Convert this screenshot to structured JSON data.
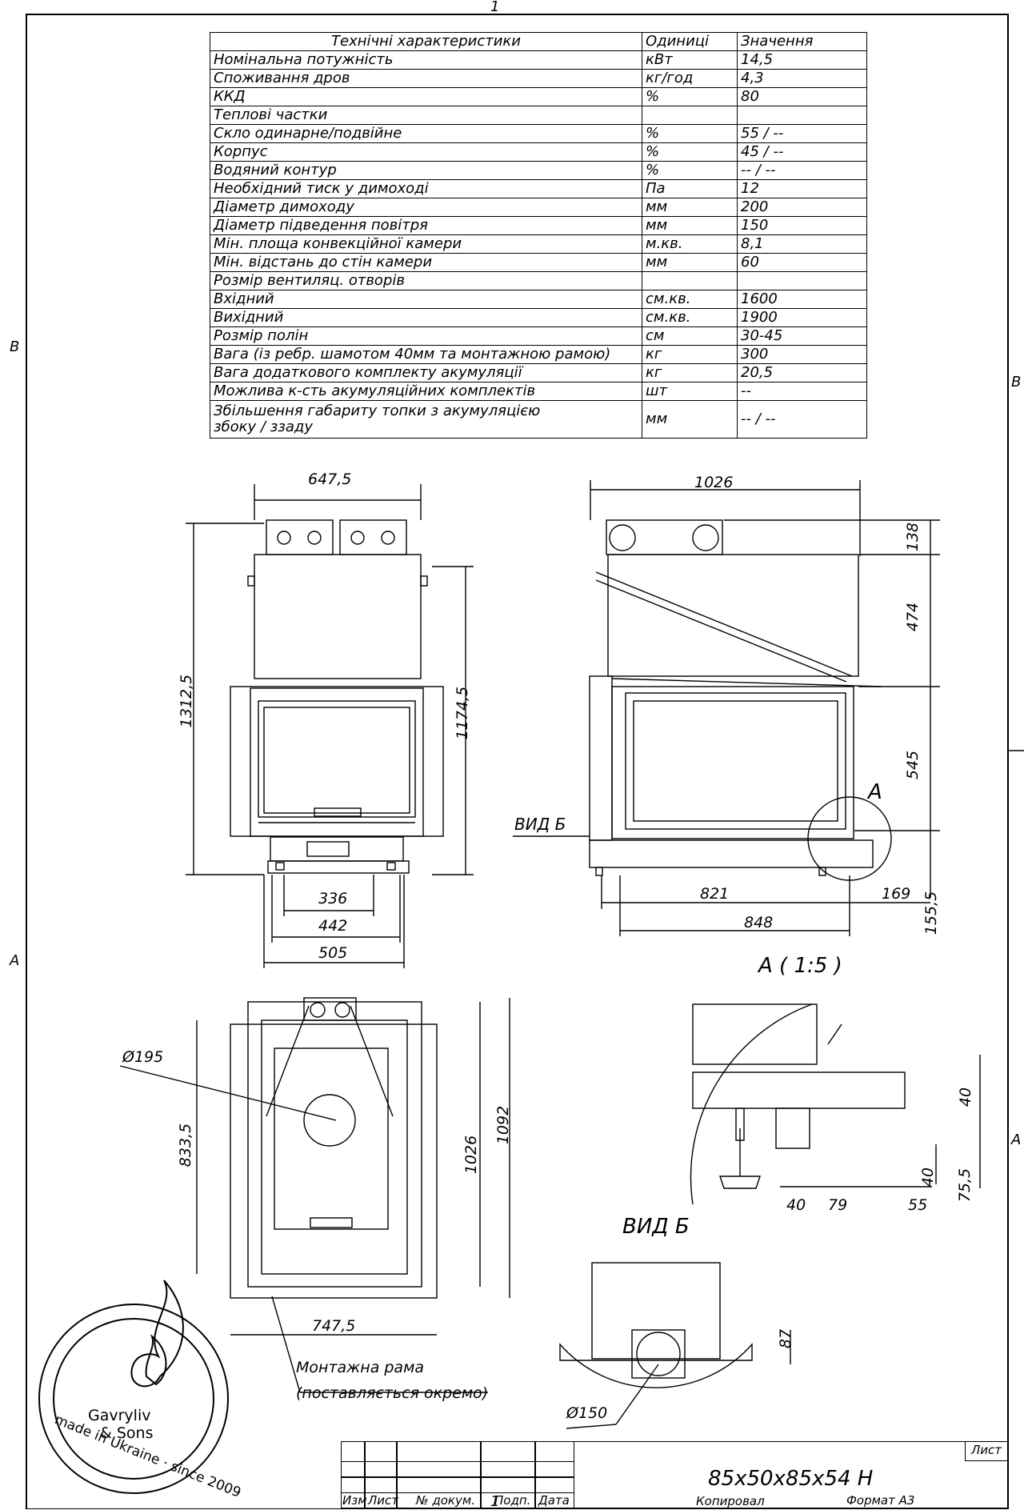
{
  "zones": {
    "top": "1",
    "bottom": "1",
    "left_upper": "B",
    "left_lower": "A",
    "right_upper": "B",
    "right_lower": "A"
  },
  "spec_table": {
    "headers": [
      "Технічні характеристики",
      "Одиниці",
      "Значення"
    ],
    "rows": [
      [
        "Номінальна потужність",
        "кВт",
        "14,5"
      ],
      [
        "Споживання дров",
        "кг/год",
        "4,3"
      ],
      [
        "ККД",
        "%",
        "80"
      ],
      [
        "Теплові частки",
        "",
        ""
      ],
      [
        "Скло одинарне/подвійне",
        "%",
        "55 / --"
      ],
      [
        "Корпус",
        "%",
        "45 / --"
      ],
      [
        "Водяний контур",
        "%",
        "-- / --"
      ],
      [
        "Необхідний тиск у димоході",
        "Па",
        "12"
      ],
      [
        "Діаметр димоходу",
        "мм",
        "200"
      ],
      [
        "Діаметр підведення повітря",
        "мм",
        "150"
      ],
      [
        "Мін. площа конвекційної камери",
        "м.кв.",
        "8,1"
      ],
      [
        "Мін. відстань до стін камери",
        "мм",
        "60"
      ],
      [
        "Розмір вентиляц. отворів",
        "",
        ""
      ],
      [
        "Вхідний",
        "см.кв.",
        "1600"
      ],
      [
        "Вихідний",
        "см.кв.",
        "1900"
      ],
      [
        "Розмір полін",
        "см",
        "30-45"
      ],
      [
        "Вага (із ребр. шамотом 40мм та монтажною рамою)",
        "кг",
        "300"
      ],
      [
        "Вага додаткового комплекту акумуляції",
        "кг",
        "20,5"
      ],
      [
        "Можлива к-сть акумуляційних комплектів",
        "шт",
        "--"
      ]
    ],
    "last_row": {
      "line1": "Збільшення габариту топки з акумуляцією",
      "line2": "збоку / ззаду",
      "unit": "мм",
      "value": "-- / --"
    }
  },
  "front_view": {
    "width_top": "647,5",
    "height_total": "1312,5",
    "height_inner": "1174,5",
    "dim_336": "336",
    "dim_442": "442",
    "dim_505": "505"
  },
  "side_view": {
    "width_top": "1026",
    "h138": "138",
    "h474": "474",
    "h545": "545",
    "h155": "155,5",
    "w821": "821",
    "w169": "169",
    "w848": "848",
    "view_b_label": "ВИД Б",
    "detail_a_label": "A"
  },
  "plan_view": {
    "diameter": "Ø195",
    "d833": "833,5",
    "d1026": "1026",
    "d1092": "1092",
    "w747": "747,5",
    "frame_note_line1": "Монтажна рама",
    "frame_note_line2": "(поставляється окремо)"
  },
  "detail_a": {
    "title": "A ( 1:5 )",
    "d40a": "40",
    "d40b": "40",
    "d75": "75,5",
    "d40c": "40",
    "d79": "79",
    "d55": "55"
  },
  "view_b": {
    "title": "ВИД Б",
    "d87": "87",
    "diameter": "Ø150"
  },
  "logo": {
    "line1": "Gavryliv",
    "line2": "& Sons",
    "ring": "made in Ukraine · since 2009"
  },
  "title_block": {
    "designation": "85x50x85x54 H",
    "sheet_label": "Лист",
    "cols": [
      "Изм",
      "Лист",
      "№ докум.",
      "Подп.",
      "Дата"
    ],
    "copied": "Копировал",
    "format": "Формат А3"
  }
}
